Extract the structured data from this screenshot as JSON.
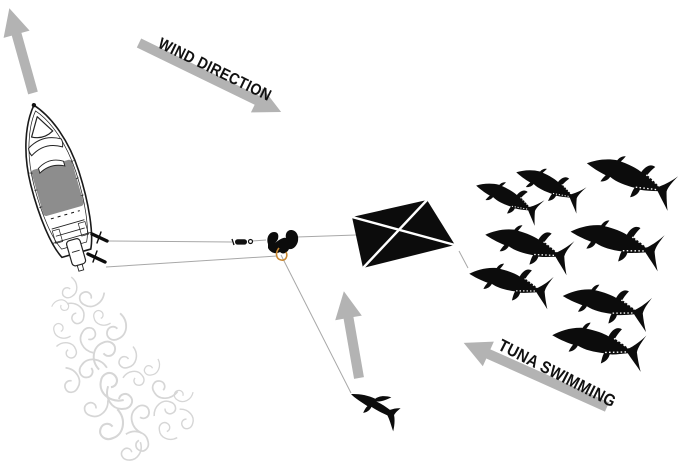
{
  "diagram": {
    "title": "kite-fishing-setup-illustration",
    "labels": {
      "wind_direction": "WIND DIRECTION",
      "tuna_swimming": "TUNA SWIMMING"
    },
    "icons": {
      "boat": "fishing-boat-top-view-icon",
      "boat_heading_arrow": "up-left-arrow",
      "wind_arrow": "down-right-arrow",
      "bait_arrow": "up-arrow",
      "tuna_arrow": "up-left-arrow",
      "kite": "fishing-kite-icon",
      "swivel": "line-swivel-icon",
      "release_clip": "kite-release-clip-icon",
      "bait_fish": "bait-fish-icon",
      "tuna": "tuna-icon",
      "wake": "boat-wake-swirls-icon"
    },
    "tuna_school": {
      "count": 8
    },
    "colors": {
      "background": "#ffffff",
      "arrow_gray": "#b3b3b3",
      "silhouette_black": "#0c0c0c",
      "line_gray": "#a8a8a8",
      "wake_gray": "#d6d6d6",
      "boat_roof_gray": "#8d8d8d",
      "clip_hook_orange": "#c8862f"
    }
  }
}
